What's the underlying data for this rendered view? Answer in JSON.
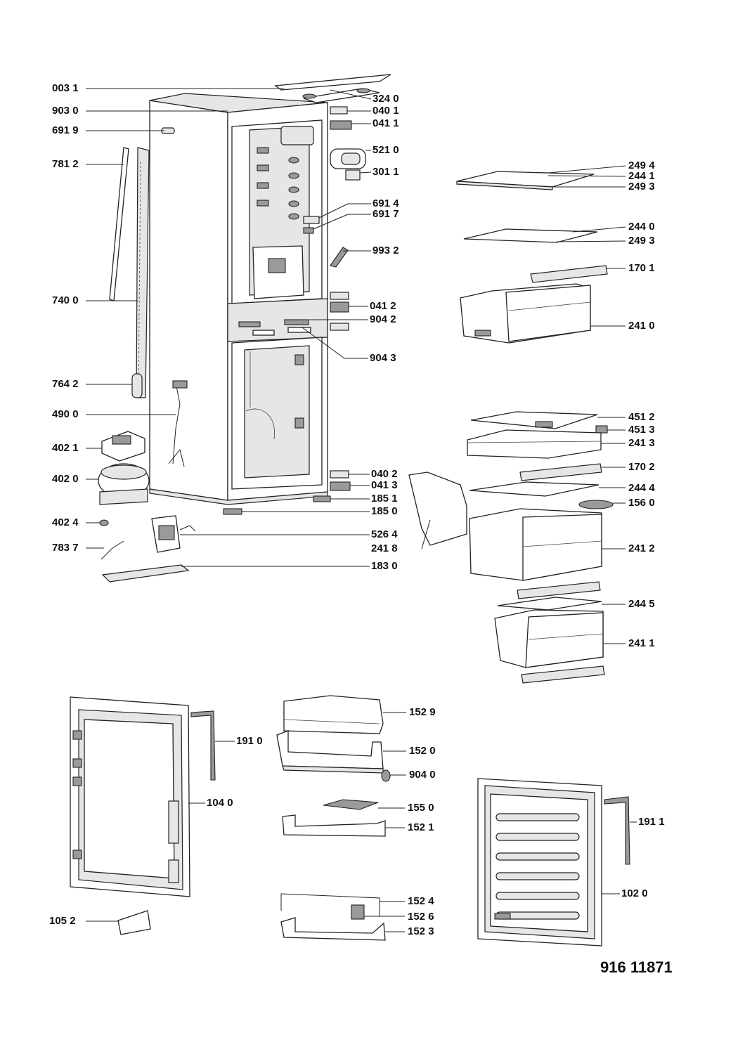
{
  "diagram_number": "916 11871",
  "labels": {
    "p0031": "003 1",
    "p9030": "903 0",
    "p6919": "691 9",
    "p7812": "781 2",
    "p7400": "740 0",
    "p7642": "764 2",
    "p4900": "490 0",
    "p4021": "402 1",
    "p4020": "402 0",
    "p4024": "402 4",
    "p7837": "783 7",
    "p3240": "324 0",
    "p0401": "040 1",
    "p0411": "041 1",
    "p5210": "521 0",
    "p3011": "301 1",
    "p6914": "691 4",
    "p6917": "691 7",
    "p9932": "993 2",
    "p0412": "041 2",
    "p9042": "904 2",
    "p9043": "904 3",
    "p0402": "040 2",
    "p0413": "041 3",
    "p1851": "185 1",
    "p1850": "185 0",
    "p5264": "526 4",
    "p2418": "241 8",
    "p1830": "183 0",
    "p2494": "249 4",
    "p2441": "244 1",
    "p2493a": "249 3",
    "p2440": "244 0",
    "p2493b": "249 3",
    "p1701": "170 1",
    "p2410": "241 0",
    "p4512": "451 2",
    "p4513": "451 3",
    "p2413": "241 3",
    "p1702": "170 2",
    "p2444": "244 4",
    "p1560": "156 0",
    "p2412": "241 2",
    "p2445": "244 5",
    "p2411": "241 1",
    "p1529": "152 9",
    "p1520": "152 0",
    "p9040": "904 0",
    "p1550": "155 0",
    "p1521": "152 1",
    "p1524": "152 4",
    "p1526": "152 6",
    "p1523": "152 3",
    "p1910": "191 0",
    "p1040": "104 0",
    "p1052": "105 2",
    "p1911": "191 1",
    "p1020": "102 0"
  }
}
